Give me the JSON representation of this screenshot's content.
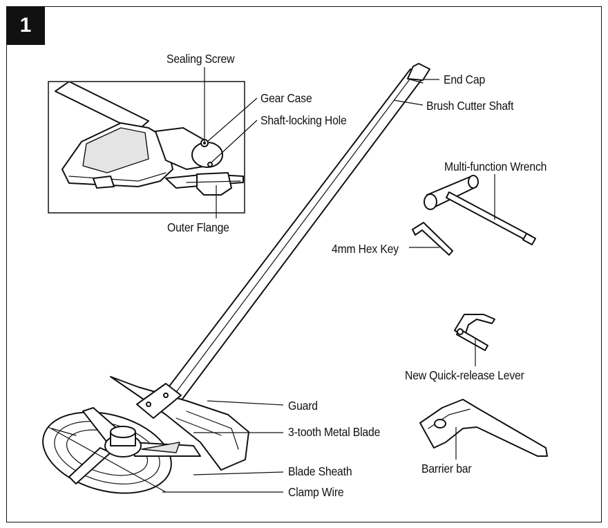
{
  "figure": {
    "number": "1",
    "labels": {
      "sealing_screw": "Sealing Screw",
      "gear_case": "Gear Case",
      "shaft_locking_hole": "Shaft-locking Hole",
      "outer_flange": "Outer Flange",
      "end_cap": "End Cap",
      "brush_cutter_shaft": "Brush Cutter Shaft",
      "multi_function_wrench": "Multi-function Wrench",
      "hex_key": "4mm Hex Key",
      "quick_release_lever": "New Quick-release Lever",
      "guard": "Guard",
      "metal_blade": "3-tooth Metal Blade",
      "blade_sheath": "Blade Sheath",
      "clamp_wire": "Clamp Wire",
      "barrier_bar": "Barrier bar"
    }
  }
}
